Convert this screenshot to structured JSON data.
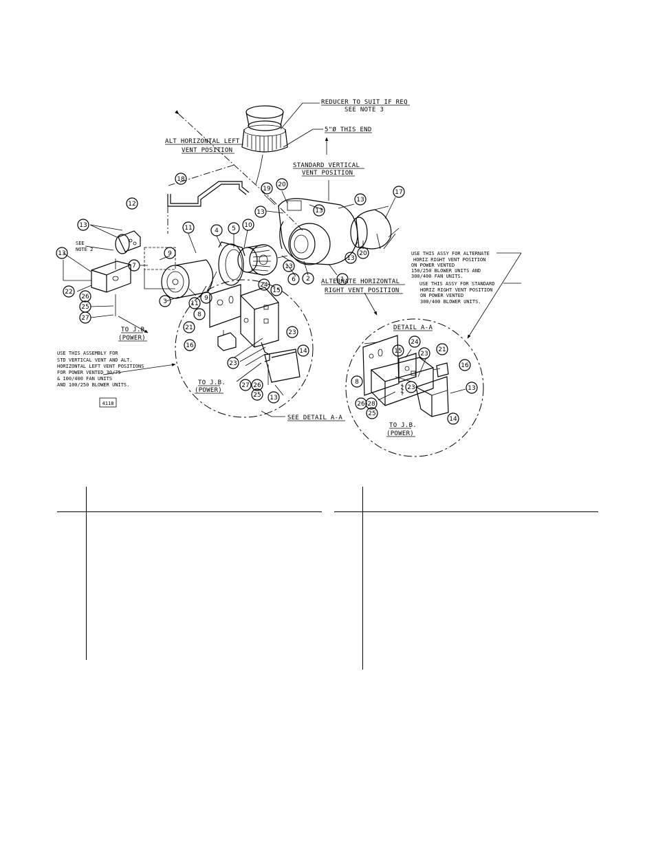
{
  "labels": {
    "reducer": [
      "REDUCER TO SUIT IF REQ",
      "SEE NOTE 3"
    ],
    "end": "5\"Ø THIS END",
    "std_vertical": [
      "STANDARD VERTICAL",
      "VENT POSITION"
    ],
    "alt_left": [
      "ALT HORIZONTAL LEFT",
      "VENT POSITION"
    ],
    "alt_right": [
      "ALTERNATE HORIZONTAL",
      "RIGHT VENT POSITION"
    ],
    "see_note2": [
      "SEE",
      "NOTE 2"
    ],
    "to_jb_1": [
      "TO J.B.",
      "(POWER)"
    ],
    "to_jb_2": [
      "TO J.B.",
      "(POWER)"
    ],
    "to_jb_3": [
      "TO J.B.",
      "(POWER)"
    ],
    "assembly_std": [
      "USE THIS ASSEMBLY FOR",
      "STD VERTICAL VENT AND ALT.",
      "HORIZONTAL LEFT VENT POSITIONS",
      "FOR POWER VENTED 30/75",
      "& 100/400 FAN UNITS",
      "AND 100/250 BLOWER UNITS."
    ],
    "assy_alt": [
      "USE THIS ASSY FOR ALTERNATE",
      "HORIZ RIGHT VENT POSITION",
      "ON POWER VENTED",
      "150/250 BLOWER UNITS AND",
      "300/400 FAN UNITS."
    ],
    "assy_std": [
      "USE THIS ASSY FOR STANDARD",
      "HORIZ RIGHT VENT POSITION",
      "ON POWER VENTED",
      "300/400 BLOWER UNITS."
    ],
    "see_detail": "SEE DETAIL A-A",
    "detail_title": "DETAIL A-A",
    "drawing_no": "4118"
  },
  "callouts": {
    "c1": "1",
    "c2": "2",
    "c3": "3",
    "c4": "4",
    "c5": "5",
    "c6": "6",
    "c7": "7",
    "c8": "8",
    "c8b": "8",
    "c9a": "9",
    "c9b": "9",
    "c10": "10",
    "c11a": "11",
    "c11b": "11",
    "c12": "12",
    "c13a": "13",
    "c13b": "13",
    "c13c": "13",
    "c13d": "13",
    "c13e": "13",
    "c13f": "13",
    "c13g": "13",
    "c13h": "13",
    "c13i": "13",
    "c14a": "14",
    "c14b": "14",
    "c15a": "15",
    "c15b": "15",
    "c16a": "16",
    "c16b": "16",
    "c17": "17",
    "c18": "18",
    "c19": "19",
    "c20a": "20",
    "c20b": "20",
    "c21a": "21",
    "c21b": "21",
    "c22": "22",
    "c23a": "23",
    "c23b": "23",
    "c23c": "23",
    "c23d": "23",
    "c24a": "24",
    "c24b": "24",
    "c25a": "25",
    "c25b": "25",
    "c25c": "25",
    "c26a": "26",
    "c26b": "26",
    "c26c": "26",
    "c27a": "27",
    "c27b": "27",
    "c28": "28"
  }
}
